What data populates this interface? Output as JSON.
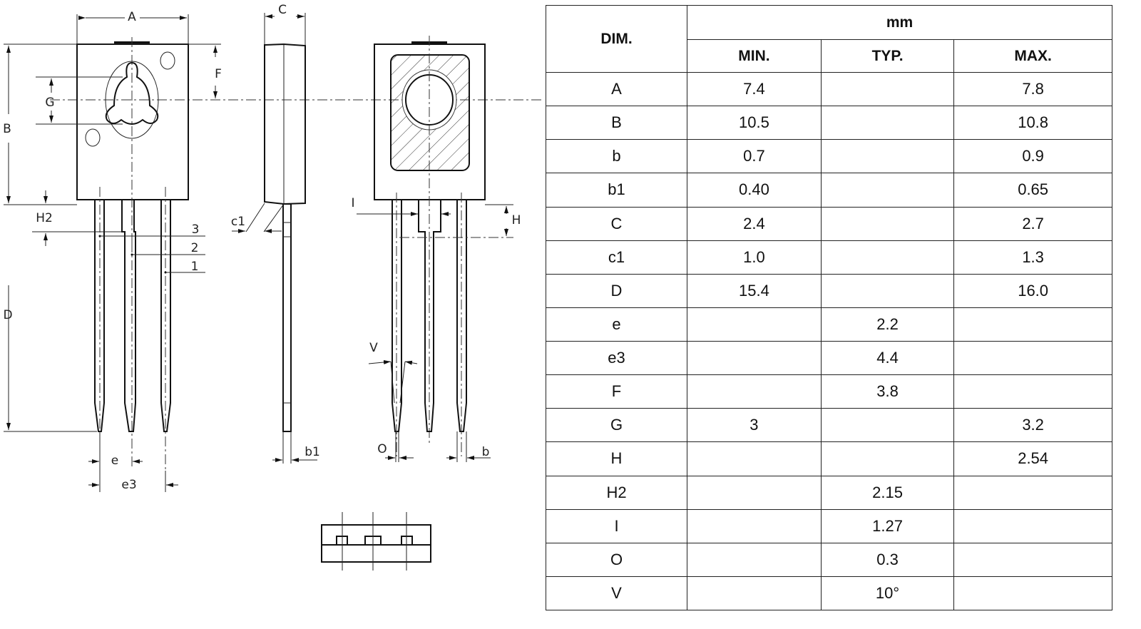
{
  "drawing": {
    "labels": {
      "A": "A",
      "B": "B",
      "C": "C",
      "c1": "c1",
      "D": "D",
      "F": "F",
      "G": "G",
      "H": "H",
      "H2": "H2",
      "I": "I",
      "V": "V",
      "O": "O",
      "b": "b",
      "b1": "b1",
      "e": "e",
      "e3": "e3",
      "pin1": "1",
      "pin2": "2",
      "pin3": "3"
    }
  },
  "table": {
    "header": {
      "dim": "DIM.",
      "unit": "mm",
      "min": "MIN.",
      "typ": "TYP.",
      "max": "MAX."
    },
    "rows": [
      {
        "dim": "A",
        "min": "7.4",
        "typ": "",
        "max": "7.8"
      },
      {
        "dim": "B",
        "min": "10.5",
        "typ": "",
        "max": "10.8"
      },
      {
        "dim": "b",
        "min": "0.7",
        "typ": "",
        "max": "0.9"
      },
      {
        "dim": "b1",
        "min": "0.40",
        "typ": "",
        "max": "0.65"
      },
      {
        "dim": "C",
        "min": "2.4",
        "typ": "",
        "max": "2.7"
      },
      {
        "dim": "c1",
        "min": "1.0",
        "typ": "",
        "max": "1.3"
      },
      {
        "dim": "D",
        "min": "15.4",
        "typ": "",
        "max": "16.0"
      },
      {
        "dim": "e",
        "min": "",
        "typ": "2.2",
        "max": ""
      },
      {
        "dim": "e3",
        "min": "",
        "typ": "4.4",
        "max": ""
      },
      {
        "dim": "F",
        "min": "",
        "typ": "3.8",
        "max": ""
      },
      {
        "dim": "G",
        "min": "3",
        "typ": "",
        "max": "3.2"
      },
      {
        "dim": "H",
        "min": "",
        "typ": "",
        "max": "2.54"
      },
      {
        "dim": "H2",
        "min": "",
        "typ": "2.15",
        "max": ""
      },
      {
        "dim": "I",
        "min": "",
        "typ": "1.27",
        "max": ""
      },
      {
        "dim": "O",
        "min": "",
        "typ": "0.3",
        "max": ""
      },
      {
        "dim": "V",
        "min": "",
        "typ": "10°",
        "max": ""
      }
    ]
  }
}
